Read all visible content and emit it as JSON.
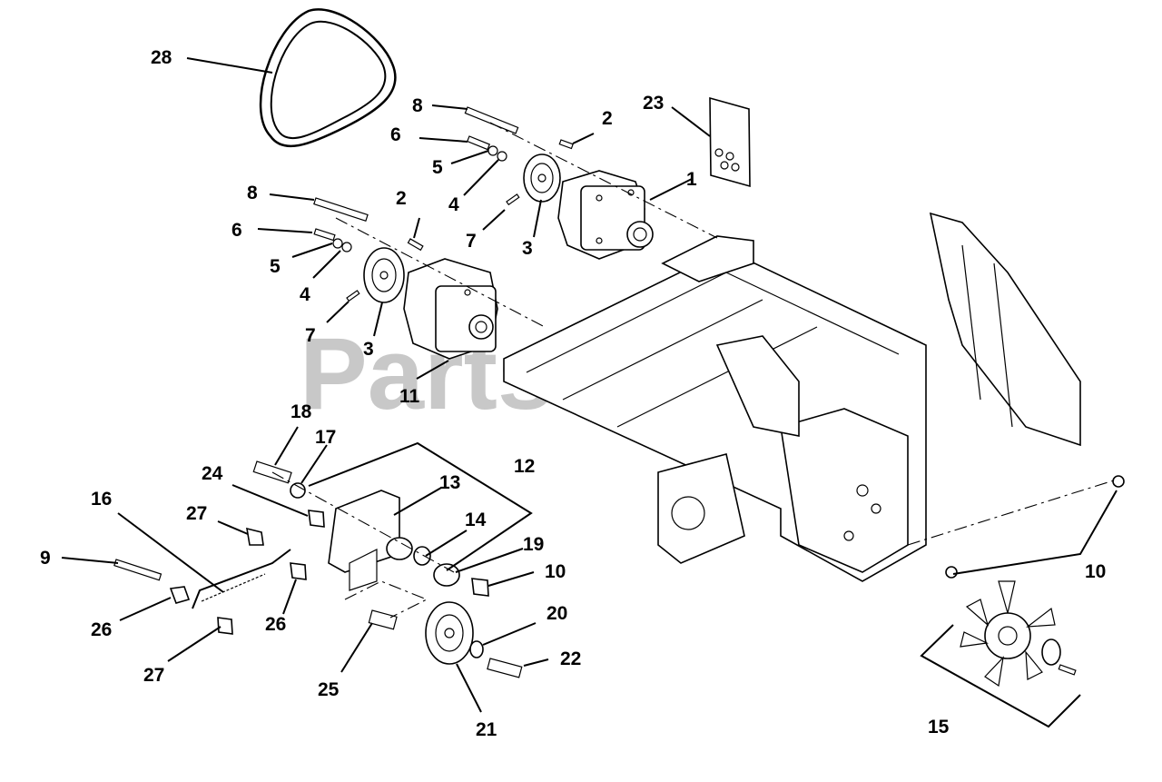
{
  "watermark": "PartsTree",
  "callouts": [
    {
      "id": "c1",
      "label": "1"
    },
    {
      "id": "c2a",
      "label": "2"
    },
    {
      "id": "c2b",
      "label": "2"
    },
    {
      "id": "c3a",
      "label": "3"
    },
    {
      "id": "c3b",
      "label": "3"
    },
    {
      "id": "c4a",
      "label": "4"
    },
    {
      "id": "c4b",
      "label": "4"
    },
    {
      "id": "c5a",
      "label": "5"
    },
    {
      "id": "c5b",
      "label": "5"
    },
    {
      "id": "c6a",
      "label": "6"
    },
    {
      "id": "c6b",
      "label": "6"
    },
    {
      "id": "c7a",
      "label": "7"
    },
    {
      "id": "c7b",
      "label": "7"
    },
    {
      "id": "c8a",
      "label": "8"
    },
    {
      "id": "c8b",
      "label": "8"
    },
    {
      "id": "c9",
      "label": "9"
    },
    {
      "id": "c10a",
      "label": "10"
    },
    {
      "id": "c10b",
      "label": "10"
    },
    {
      "id": "c11",
      "label": "11"
    },
    {
      "id": "c12",
      "label": "12"
    },
    {
      "id": "c13",
      "label": "13"
    },
    {
      "id": "c14",
      "label": "14"
    },
    {
      "id": "c15",
      "label": "15"
    },
    {
      "id": "c16",
      "label": "16"
    },
    {
      "id": "c17",
      "label": "17"
    },
    {
      "id": "c18",
      "label": "18"
    },
    {
      "id": "c19",
      "label": "19"
    },
    {
      "id": "c20",
      "label": "20"
    },
    {
      "id": "c21",
      "label": "21"
    },
    {
      "id": "c22",
      "label": "22"
    },
    {
      "id": "c23",
      "label": "23"
    },
    {
      "id": "c24",
      "label": "24"
    },
    {
      "id": "c25",
      "label": "25"
    },
    {
      "id": "c26a",
      "label": "26"
    },
    {
      "id": "c26b",
      "label": "26"
    },
    {
      "id": "c27a",
      "label": "27"
    },
    {
      "id": "c27b",
      "label": "27"
    },
    {
      "id": "c28",
      "label": "28"
    }
  ]
}
